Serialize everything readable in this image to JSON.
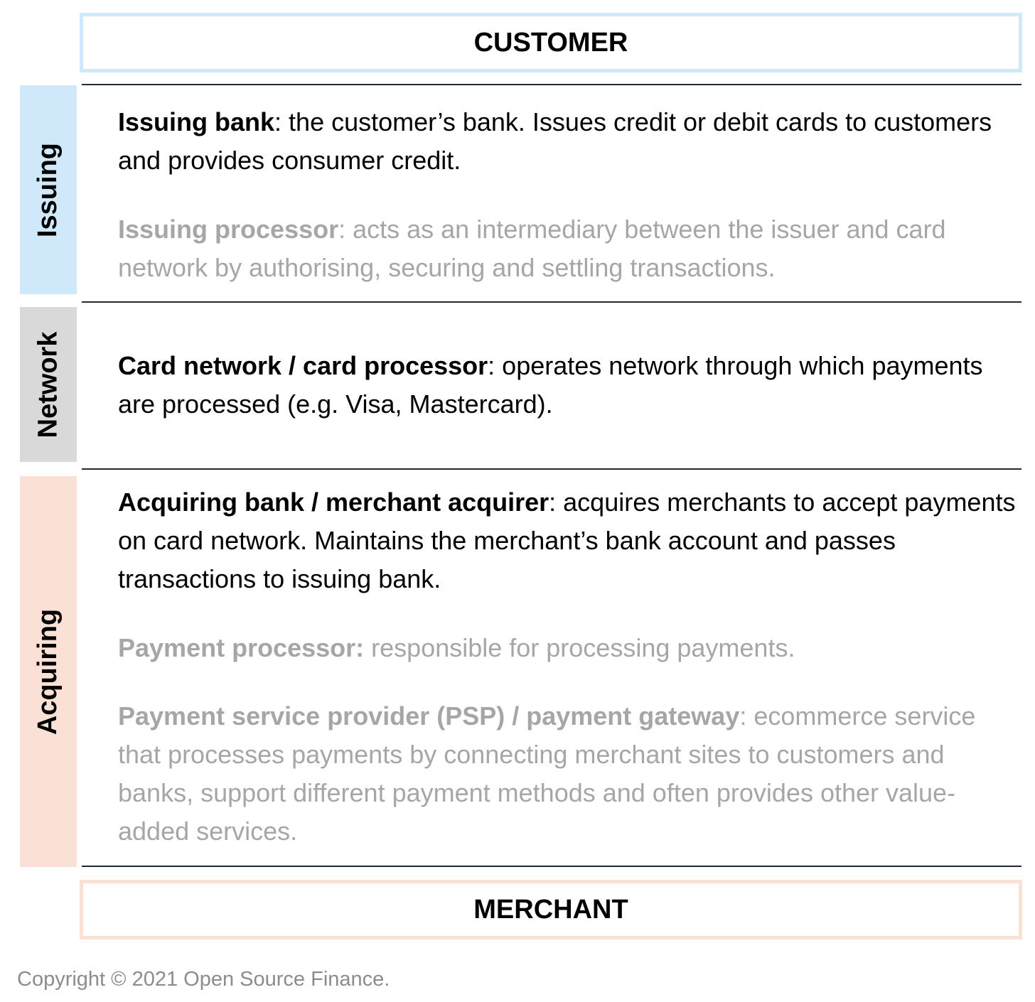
{
  "top_box": {
    "label": "CUSTOMER"
  },
  "bottom_box": {
    "label": "MERCHANT"
  },
  "sections": {
    "issuing": {
      "label": "Issuing",
      "color": "#cfe9fa"
    },
    "network": {
      "label": "Network",
      "color": "#d9d9d9"
    },
    "acquiring": {
      "label": "Acquiring",
      "color": "#fbe1d5"
    }
  },
  "entries": {
    "issuing_bank": {
      "term": "Issuing bank",
      "description": ": the customer’s bank. Issues credit or debit cards to customers and provides consumer credit."
    },
    "issuing_processor": {
      "term": "Issuing processor",
      "description": ": acts as an intermediary between the issuer and card network by authorising, securing and settling transactions."
    },
    "card_network": {
      "term": "Card network / card processor",
      "description": ": operates network through which payments are processed (e.g. Visa, Mastercard)."
    },
    "acquiring_bank": {
      "term": "Acquiring bank / merchant acquirer",
      "description": ": acquires merchants to accept payments on card network. Maintains the merchant’s bank account and passes transactions to issuing bank."
    },
    "payment_processor": {
      "term": "Payment processor:",
      "description": " responsible for processing payments."
    },
    "psp": {
      "term": "Payment service provider (PSP) / payment gateway",
      "description": ": ecommerce service that processes payments by connecting merchant sites to customers and banks, support different payment methods and often provides other value-added services."
    }
  },
  "colors": {
    "primary_text": "#000000",
    "secondary_text": "#a6a6a6",
    "rule": "#1f2a36"
  },
  "footer": {
    "copyright": "Copyright © 2021 Open Source Finance."
  }
}
